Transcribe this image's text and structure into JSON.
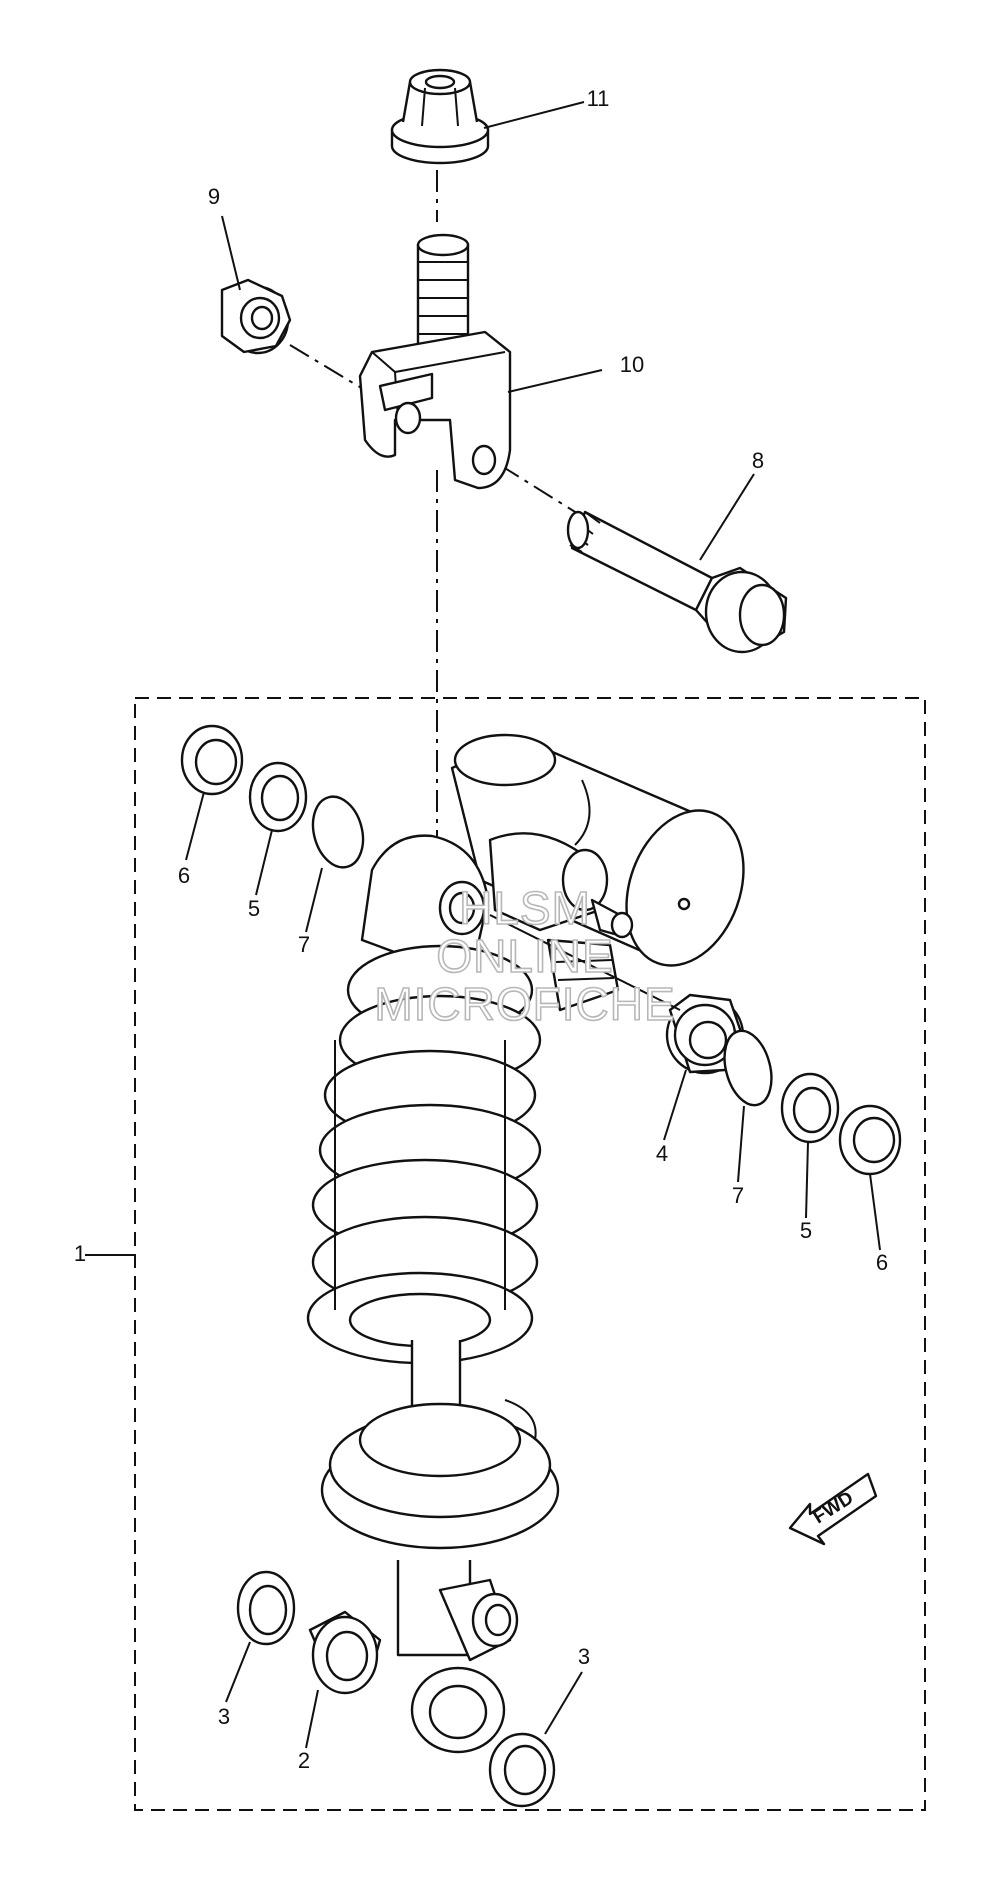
{
  "diagram": {
    "callouts": [
      {
        "id": "c1",
        "label": "1"
      },
      {
        "id": "c2",
        "label": "2"
      },
      {
        "id": "c3a",
        "label": "3"
      },
      {
        "id": "c3b",
        "label": "3"
      },
      {
        "id": "c4",
        "label": "4"
      },
      {
        "id": "c5a",
        "label": "5"
      },
      {
        "id": "c5b",
        "label": "5"
      },
      {
        "id": "c6a",
        "label": "6"
      },
      {
        "id": "c6b",
        "label": "6"
      },
      {
        "id": "c7a",
        "label": "7"
      },
      {
        "id": "c7b",
        "label": "7"
      },
      {
        "id": "c8",
        "label": "8"
      },
      {
        "id": "c9",
        "label": "9"
      },
      {
        "id": "c10",
        "label": "10"
      },
      {
        "id": "c11",
        "label": "11"
      }
    ],
    "direction_arrow_label": "FWD",
    "watermark": [
      "HLSM",
      "ONLINE",
      "MICROFICHE"
    ]
  }
}
